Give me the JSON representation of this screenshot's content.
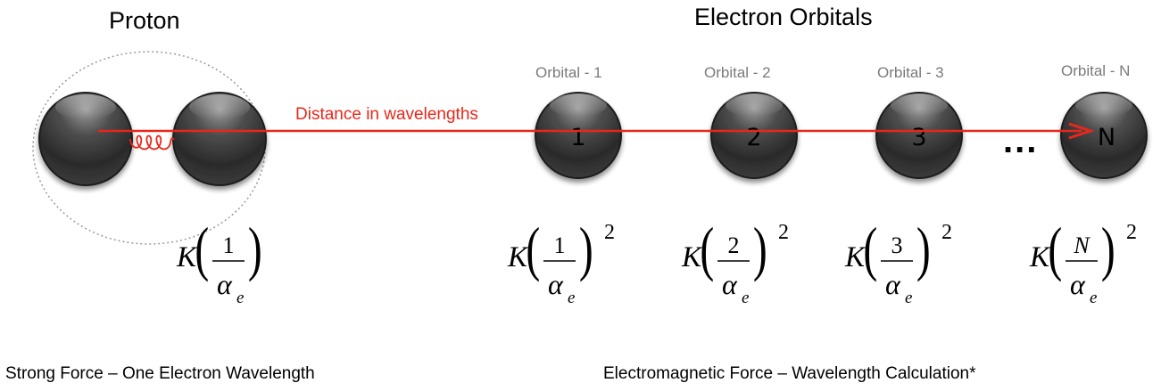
{
  "headings": {
    "proton": "Proton",
    "electron_orbitals": "Electron Orbitals"
  },
  "orbital_labels": [
    "Orbital - 1",
    "Orbital - 2",
    "Orbital - 3",
    "Orbital - N"
  ],
  "sphere_numbers": [
    "1",
    "2",
    "3",
    "N"
  ],
  "arrow_label": "Distance in wavelengths",
  "ellipsis": "...",
  "formulas": {
    "constant": "K",
    "alpha": "α",
    "subscript": "e",
    "exponent": "2",
    "proton_numerator": "1",
    "orbital_numerators": [
      "1",
      "2",
      "3",
      "N"
    ]
  },
  "captions": {
    "left": "Strong Force – One Electron Wavelength",
    "right": "Electromagnetic Force – Wavelength Calculation*"
  },
  "colors": {
    "arrow": "#e8271a",
    "sphere": "#3c3c3c",
    "orbital_label": "#7a7a7a"
  }
}
